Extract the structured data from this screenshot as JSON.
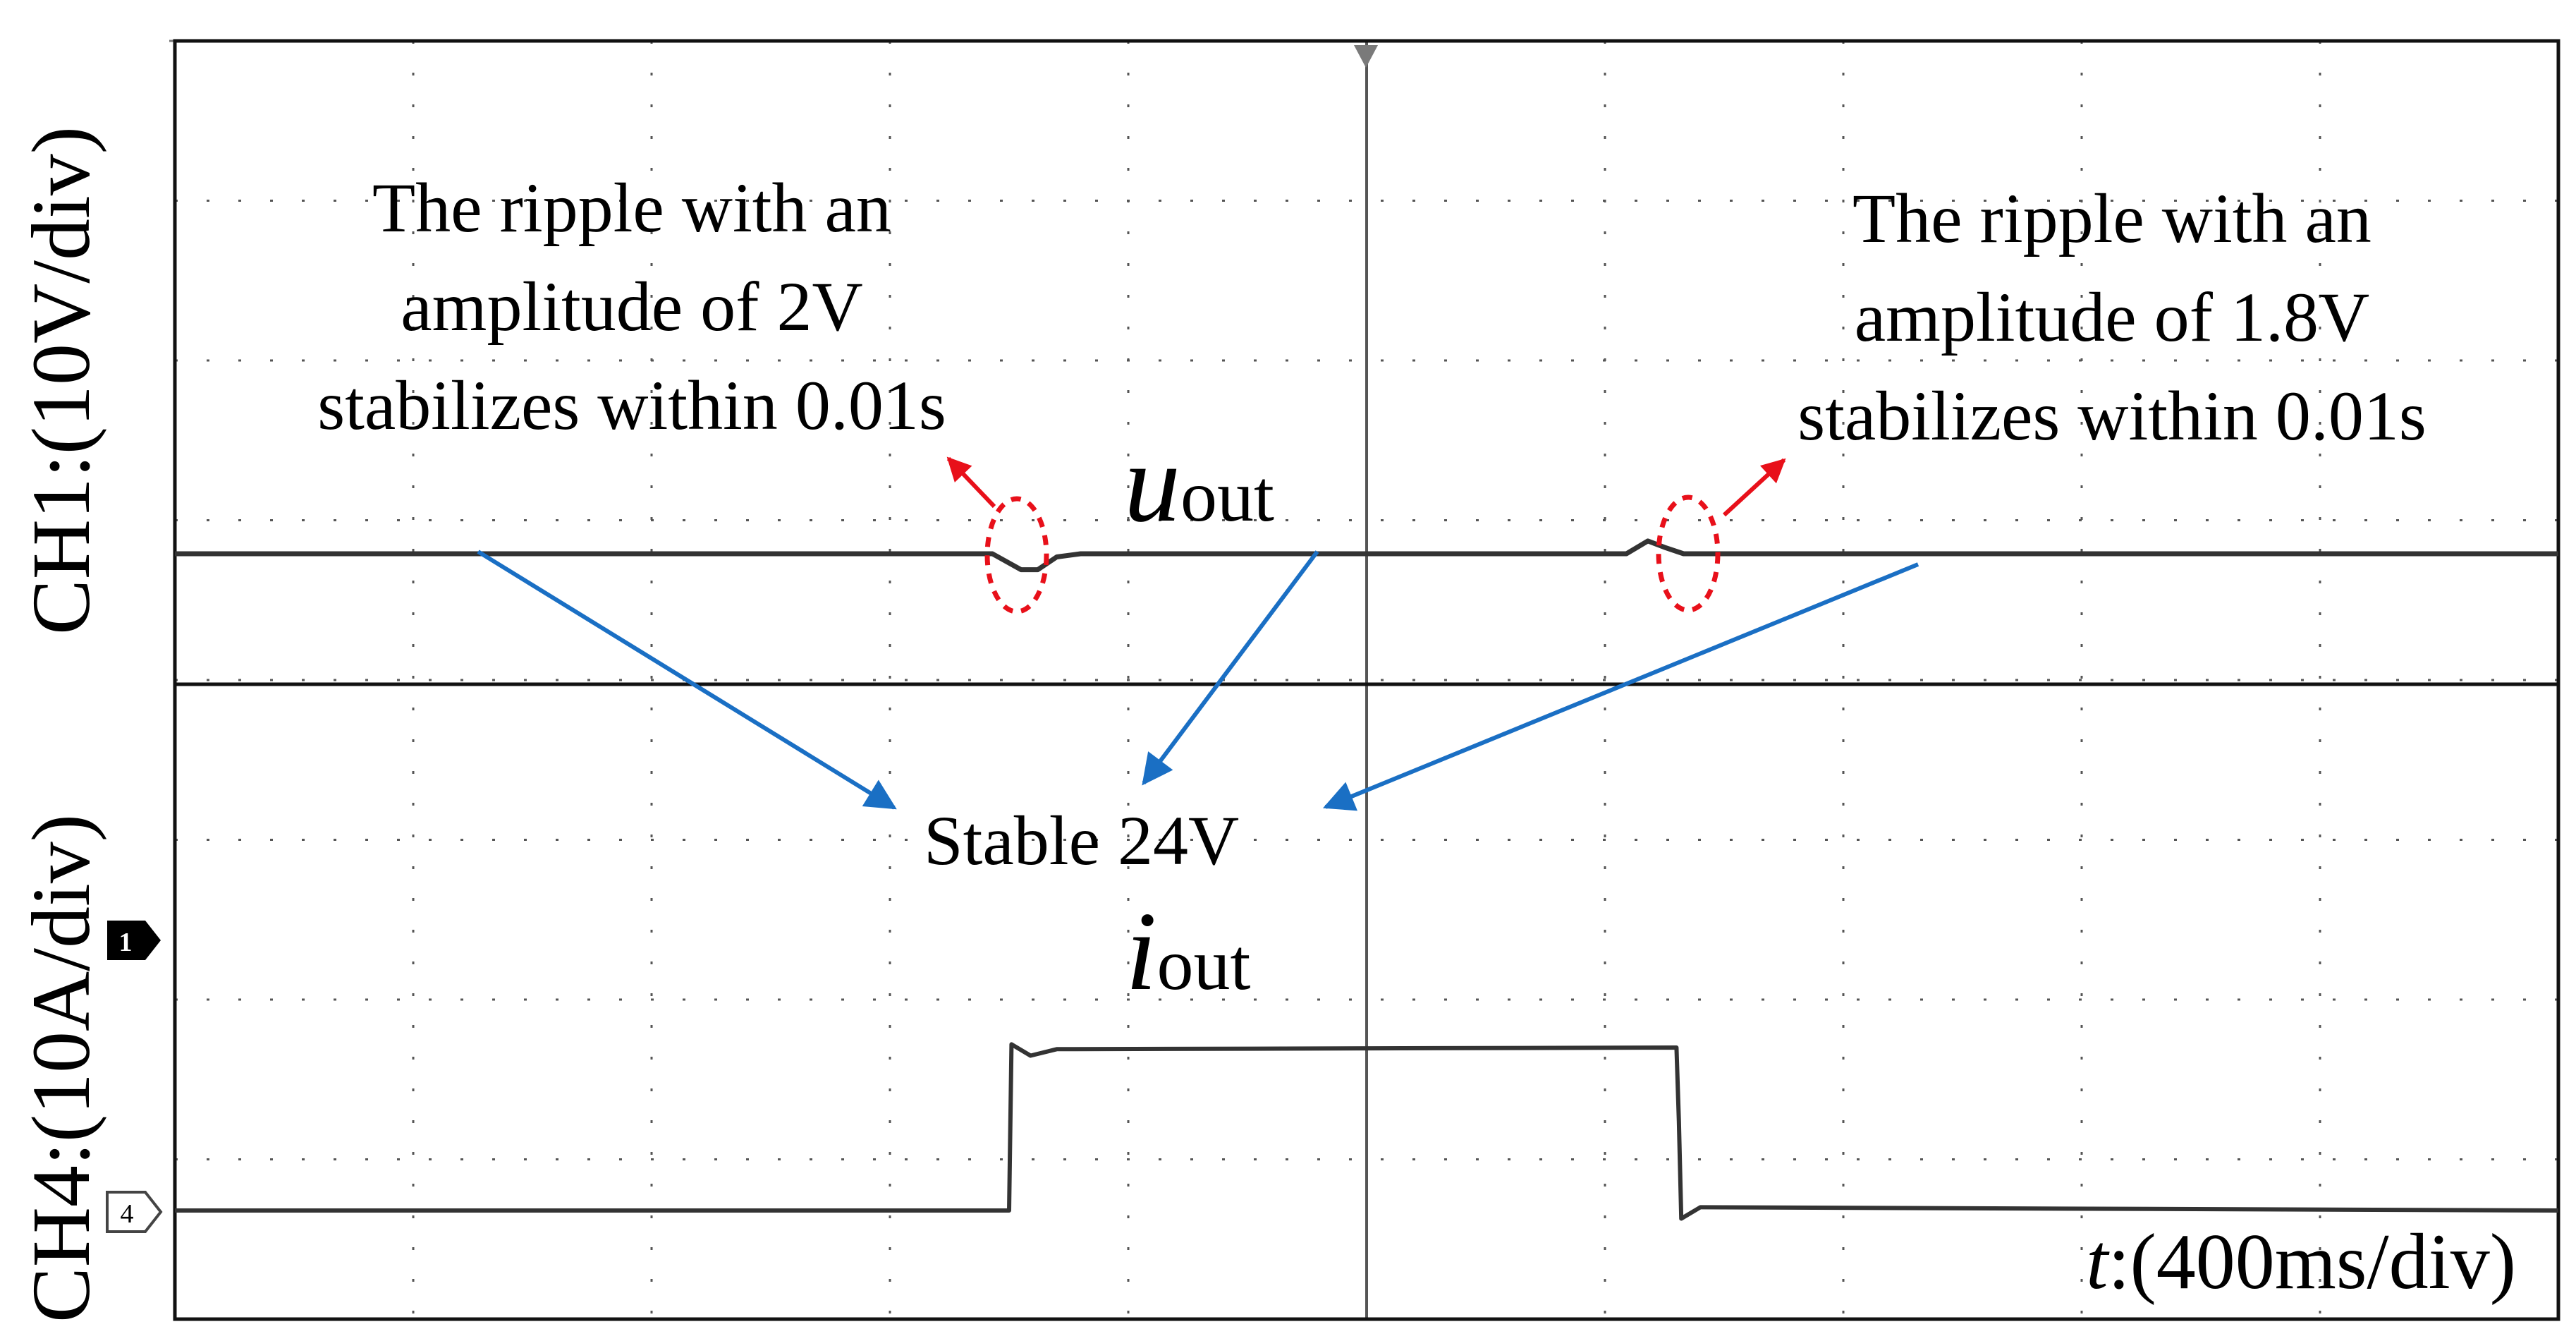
{
  "channels": {
    "ch1_label": "CH1:(10V/div)",
    "ch4_label": "CH4:(10A/div)",
    "ch1_marker": "1",
    "ch4_marker": "4"
  },
  "time_label": {
    "var": "t",
    "rest": ":(400ms/div)"
  },
  "signals": {
    "voltage_var": "u",
    "voltage_sub": "out",
    "current_var": "i",
    "current_sub": "out"
  },
  "annotations": {
    "ripple_left": [
      "The ripple with an",
      "amplitude of 2V",
      "stabilizes within 0.01s"
    ],
    "ripple_right": [
      "The ripple with an",
      "amplitude of 1.8V",
      "stabilizes within 0.01s"
    ],
    "stable": "Stable 24V"
  },
  "colors": {
    "trace": "#333333",
    "grid": "#555555",
    "ripple_marker": "#e8101a",
    "stable_arrow": "#1a6fc4"
  },
  "chart_data": {
    "type": "line",
    "x_unit": "div",
    "x_range": [
      0,
      10
    ],
    "grid_divisions": {
      "x": 10,
      "y": 8
    },
    "grid": true,
    "series": [
      {
        "name": "u_out",
        "scale": "10V/div",
        "x": [
          0,
          3.43,
          3.55,
          3.62,
          3.7,
          3.8,
          6.09,
          6.18,
          6.25,
          6.33,
          6.42,
          10
        ],
        "offset": [
          0,
          0,
          -0.1,
          -0.1,
          -0.02,
          0,
          0,
          0.08,
          0.04,
          0,
          0,
          0
        ]
      },
      {
        "name": "i_out",
        "scale": "10A/div",
        "x": [
          0,
          3.5,
          3.51,
          3.59,
          3.7,
          6.3,
          6.31,
          6.32,
          6.4,
          10
        ],
        "level": [
          0,
          0,
          1.02,
          0.95,
          0.99,
          1.0,
          0.55,
          -0.05,
          0.02,
          0
        ]
      }
    ]
  }
}
